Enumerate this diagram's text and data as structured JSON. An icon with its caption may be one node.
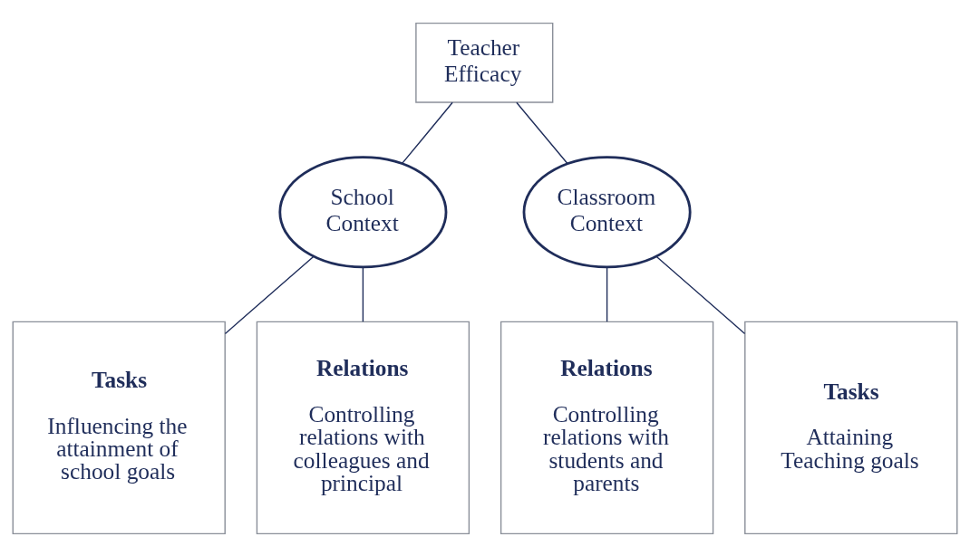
{
  "diagram": {
    "nodes": [
      {
        "text": [
          "Teacher Efficacy"
        ]
      },
      {
        "text": [
          "School Context"
        ]
      },
      {
        "text": [
          "Classroom Context"
        ]
      },
      {
        "text": [
          "Tasks",
          "Influencing the attainment of school goals"
        ]
      },
      {
        "text": [
          "Relations",
          "Controlling relations with colleagues and principal"
        ]
      },
      {
        "text": [
          "Relations",
          "Controlling relations with students and parents"
        ]
      },
      {
        "text": [
          "Tasks",
          "Attaining Teaching goals"
        ]
      }
    ],
    "edges": [
      {
        "from": 0,
        "to": 1,
        "arrow": "none"
      },
      {
        "from": 0,
        "to": 2,
        "arrow": "none"
      },
      {
        "from": 1,
        "to": 3,
        "arrow": "none"
      },
      {
        "from": 1,
        "to": 4,
        "arrow": "none"
      },
      {
        "from": 2,
        "to": 5,
        "arrow": "none"
      },
      {
        "from": 2,
        "to": 6,
        "arrow": "none"
      }
    ]
  }
}
